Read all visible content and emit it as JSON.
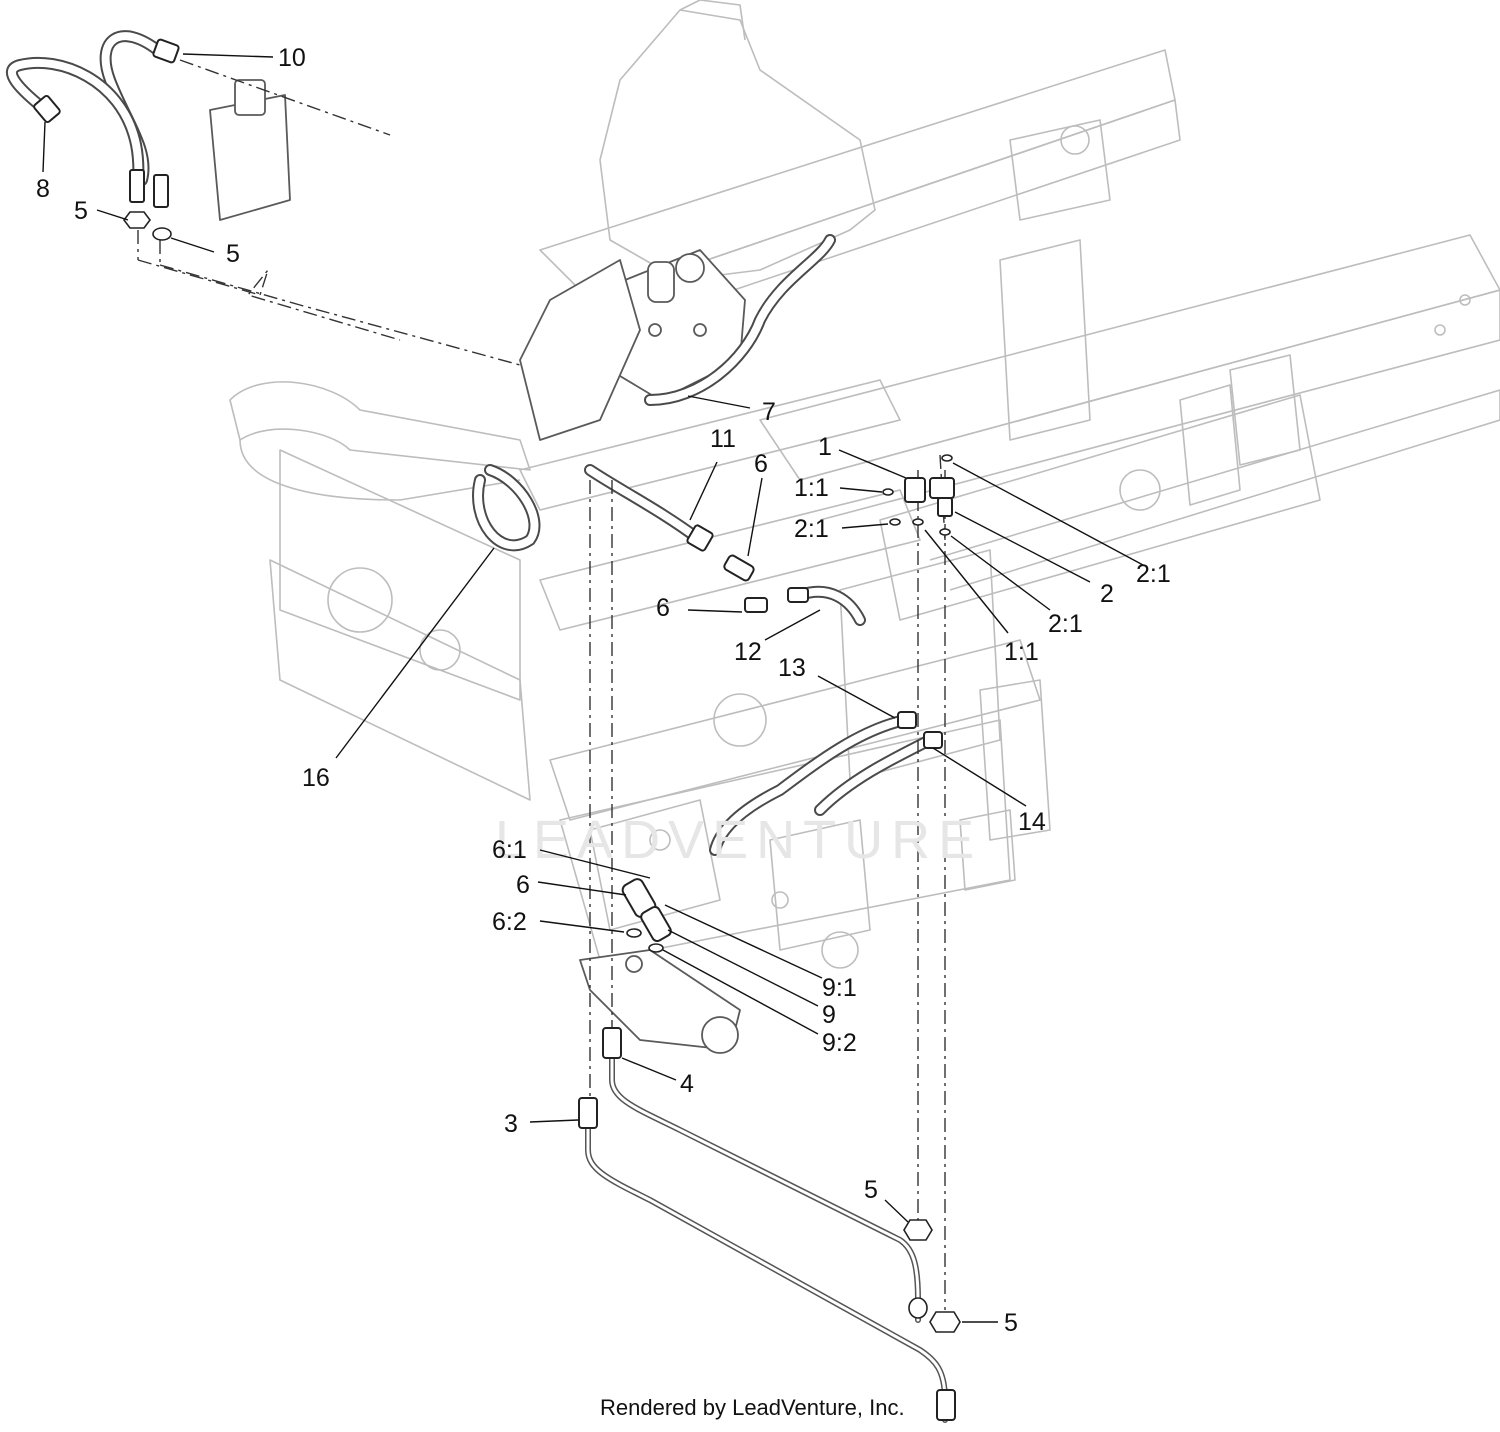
{
  "watermark": "LEADVENTURE",
  "credit": "Rendered by LeadVenture, Inc.",
  "callouts": [
    {
      "id": "c10",
      "label": "10"
    },
    {
      "id": "c8",
      "label": "8"
    },
    {
      "id": "c5a",
      "label": "5"
    },
    {
      "id": "c5b",
      "label": "5"
    },
    {
      "id": "c7",
      "label": "7"
    },
    {
      "id": "c11",
      "label": "11"
    },
    {
      "id": "c6a",
      "label": "6"
    },
    {
      "id": "c1",
      "label": "1"
    },
    {
      "id": "c11b",
      "label": "1:1"
    },
    {
      "id": "c21a",
      "label": "2:1"
    },
    {
      "id": "c21b",
      "label": "2:1"
    },
    {
      "id": "c2",
      "label": "2"
    },
    {
      "id": "c21c",
      "label": "2:1"
    },
    {
      "id": "c11c",
      "label": "1:1"
    },
    {
      "id": "c6b",
      "label": "6"
    },
    {
      "id": "c12",
      "label": "12"
    },
    {
      "id": "c13",
      "label": "13"
    },
    {
      "id": "c16",
      "label": "16"
    },
    {
      "id": "c14",
      "label": "14"
    },
    {
      "id": "c61",
      "label": "6:1"
    },
    {
      "id": "c6c",
      "label": "6"
    },
    {
      "id": "c62",
      "label": "6:2"
    },
    {
      "id": "c91",
      "label": "9:1"
    },
    {
      "id": "c9",
      "label": "9"
    },
    {
      "id": "c92",
      "label": "9:2"
    },
    {
      "id": "c4",
      "label": "4"
    },
    {
      "id": "c3",
      "label": "3"
    },
    {
      "id": "c5c",
      "label": "5"
    },
    {
      "id": "c5d",
      "label": "5"
    }
  ]
}
